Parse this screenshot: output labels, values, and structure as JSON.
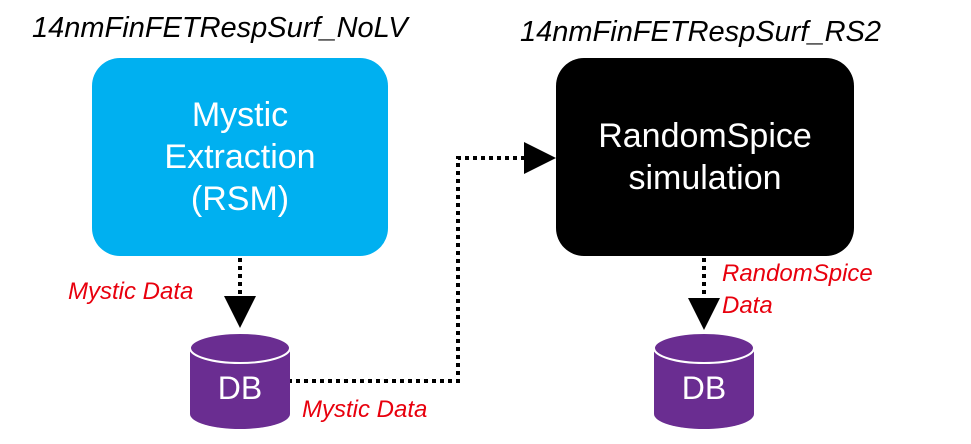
{
  "diagram": {
    "left_title": "14nmFinFETRespSurf_NoLV",
    "right_title": "14nmFinFETRespSurf_RS2",
    "mystic_box": {
      "lines": [
        "Mystic",
        "Extraction",
        "(RSM)"
      ],
      "color": "#00b0f0"
    },
    "randomspice_box": {
      "lines": [
        "RandomSpice",
        "simulation"
      ],
      "color": "#000000"
    },
    "db_left_label": "DB",
    "db_right_label": "DB",
    "db_color": "#6a2d91",
    "mystic_data_label_top": "Mystic Data",
    "mystic_data_label_bottom": "Mystic Data",
    "randomspice_data_label": [
      "RandomSpice",
      "Data"
    ],
    "label_color": "#e8000d"
  }
}
